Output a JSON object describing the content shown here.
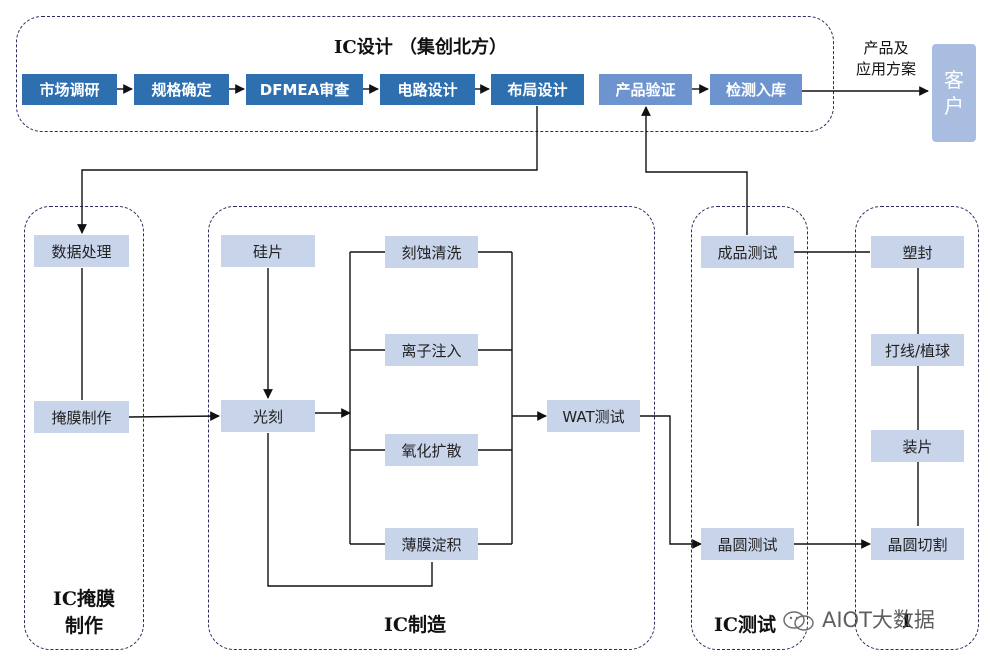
{
  "design": {
    "title": "IC设计 （集创北方）",
    "steps": [
      "市场调研",
      "规格确定",
      "DFMEA审查",
      "电路设计",
      "布局设计"
    ],
    "verify": "产品验证",
    "storage": "检测入库"
  },
  "output_label": "产品及\n应用方案",
  "customer": "客\n户",
  "mask": {
    "title": "IC掩膜\n制作",
    "data": "数据处理",
    "make": "掩膜制作"
  },
  "fab": {
    "title": "IC制造",
    "wafer": "硅片",
    "litho": "光刻",
    "etch": "刻蚀清洗",
    "implant": "离子注入",
    "oxid": "氧化扩散",
    "film": "薄膜淀积",
    "wat": "WAT测试"
  },
  "test": {
    "title": "IC测试",
    "final": "成品测试",
    "wafer": "晶圆测试"
  },
  "pack": {
    "title": "I",
    "seal": "塑封",
    "wire": "打线/植球",
    "mount": "装片",
    "dice": "晶圆切割"
  },
  "watermark": "AIOT大数据",
  "colors": {
    "dark": "#2e6fb0",
    "mid": "#6e94d0",
    "light": "#c8d4ea",
    "border": "#2b2b5c"
  }
}
